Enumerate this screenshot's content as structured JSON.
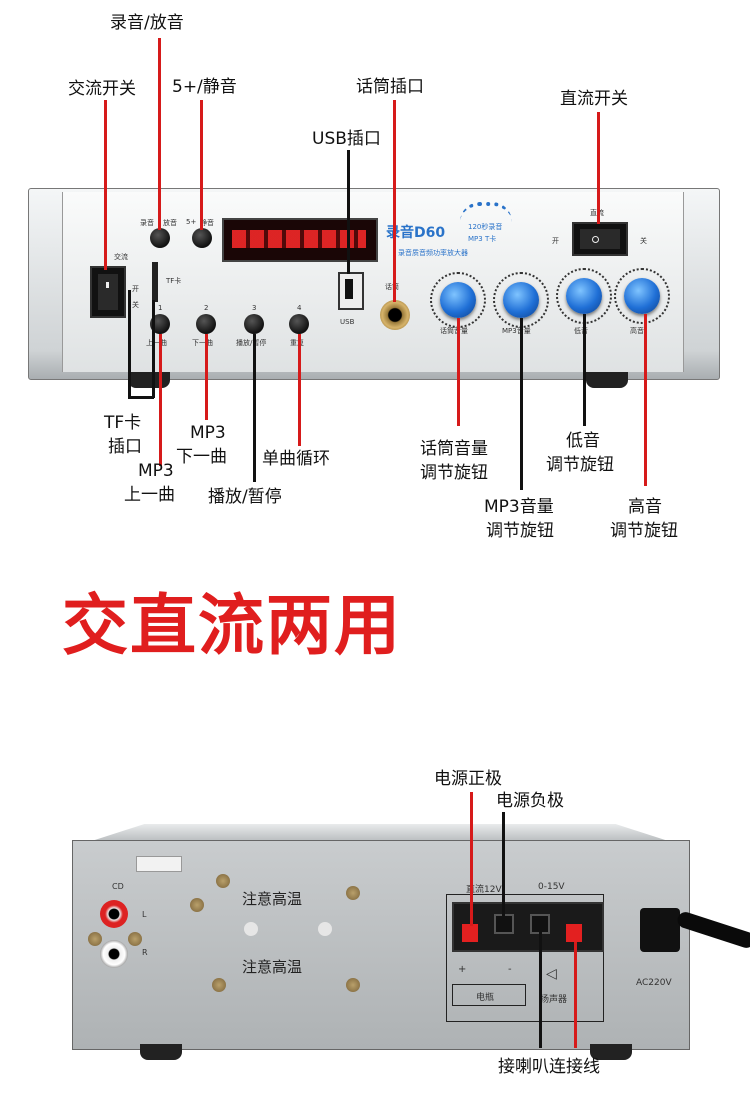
{
  "front_labels": {
    "record_play": "录音/放音",
    "ac_switch": "交流开关",
    "five_plus_mute": "5+/静音",
    "mic_jack": "话筒插口",
    "usb_jack": "USB插口",
    "dc_switch": "直流开关",
    "tf_slot_1": "TF卡",
    "tf_slot_2": "插口",
    "mp3_prev_1": "MP3",
    "mp3_prev_2": "上一曲",
    "mp3_next_1": "MP3",
    "mp3_next_2": "下一曲",
    "play_pause": "播放/暂停",
    "single_loop": "单曲循环",
    "mic_vol_1": "话筒音量",
    "mic_vol_2": "调节旋钮",
    "mp3_vol_1": "MP3音量",
    "mp3_vol_2": "调节旋钮",
    "bass_1": "低音",
    "bass_2": "调节旋钮",
    "treble_1": "高音",
    "treble_2": "调节旋钮"
  },
  "panel_front": {
    "brand": "录音D60",
    "subtitle_1": "120秒录音",
    "subtitle_2": "MP3  T卡",
    "subtitle_3": "录音质音频功率放大器",
    "btn_rec": "录音",
    "btn_play": "放音",
    "btn_five": "5+",
    "btn_mute": "静音",
    "ac_text": "交流",
    "ac_on": "开",
    "ac_off": "关",
    "tf_text": "TF卡",
    "num_1": "1",
    "num_2": "2",
    "num_3": "3",
    "num_4": "4",
    "cap_prev": "上一曲",
    "cap_next": "下一曲",
    "cap_play": "播放/暂停",
    "cap_loop": "重复",
    "usb_text": "USB",
    "mic_text": "话筒",
    "knob_mic": "话筒音量",
    "knob_mp3": "MP3音量",
    "knob_bass": "低音",
    "knob_treble": "高音",
    "dc_text": "直流",
    "dc_on": "开",
    "dc_off": "关"
  },
  "headline": "交直流两用",
  "back_labels": {
    "power_pos": "电源正极",
    "power_neg": "电源负极",
    "speaker_wire": "接喇叭连接线"
  },
  "panel_back": {
    "cd": "CD",
    "l": "L",
    "r": "R",
    "warn_1": "注意高温",
    "warn_2": "注意高温",
    "dc12": "直流12V",
    "range": "0-15V",
    "plus": "+",
    "minus": "-",
    "battery": "电瓶",
    "speaker": "扬声器",
    "ac220": "AC220V"
  },
  "colors": {
    "accent_red": "#d61a1a",
    "knob_blue": "#1f6fd6",
    "display_red": "#ff2a2a",
    "panel_silver": "#d9dcdd"
  }
}
